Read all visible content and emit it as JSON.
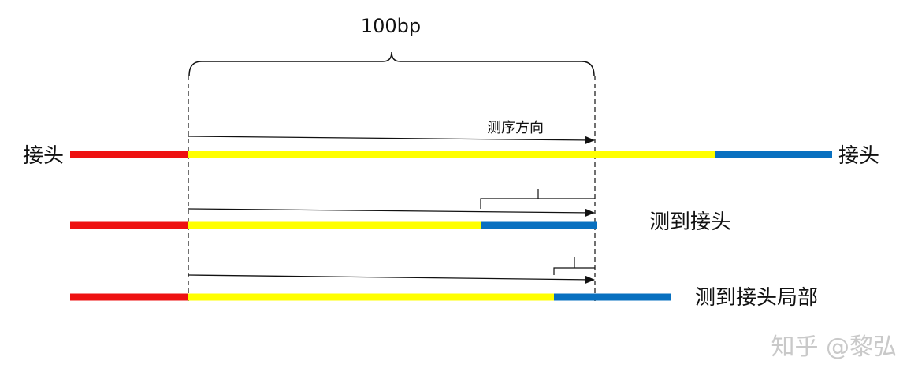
{
  "title": "100bp",
  "direction_label": "测序方向",
  "rows": [
    {
      "left_label": "接头",
      "right_label": "接头"
    },
    {
      "right_label": "测到接头"
    },
    {
      "right_label": "测到接头局部"
    }
  ],
  "watermark": "知乎 @黎弘",
  "colors": {
    "adapter_left": "#ee1111",
    "insert": "#ffff00",
    "adapter_right": "#0870c0",
    "line": "#111111"
  }
}
